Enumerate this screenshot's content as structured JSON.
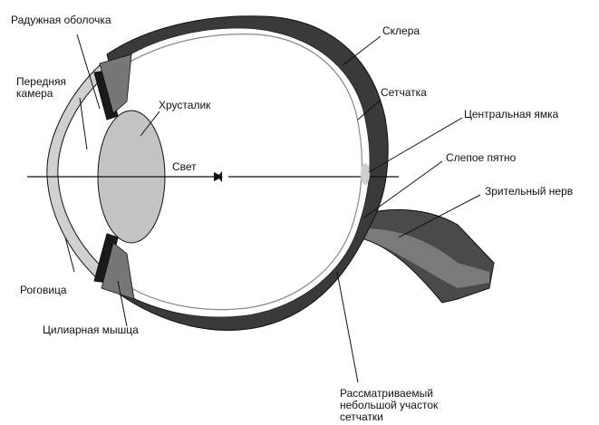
{
  "labels": {
    "iris": "Радужная оболочка",
    "anterior_chamber": "Передняя\nкамера",
    "lens": "Хрусталик",
    "light": "Свет",
    "sclera": "Склера",
    "retina": "Сетчатка",
    "fovea": "Центральная ямка",
    "blind_spot": "Слепое пятно",
    "optic_nerve": "Зрительный нерв",
    "cornea": "Роговица",
    "ciliary_muscle": "Цилиарная мышца",
    "retina_patch": "Рассматриваемый\nнебольшой участок\nсетчатки"
  },
  "colors": {
    "sclera": "#3a3a3a",
    "lens": "#c4c4c4",
    "cornea": "#d0d0d0",
    "eyeball_interior": "#ffffff",
    "stroke": "#111111"
  }
}
